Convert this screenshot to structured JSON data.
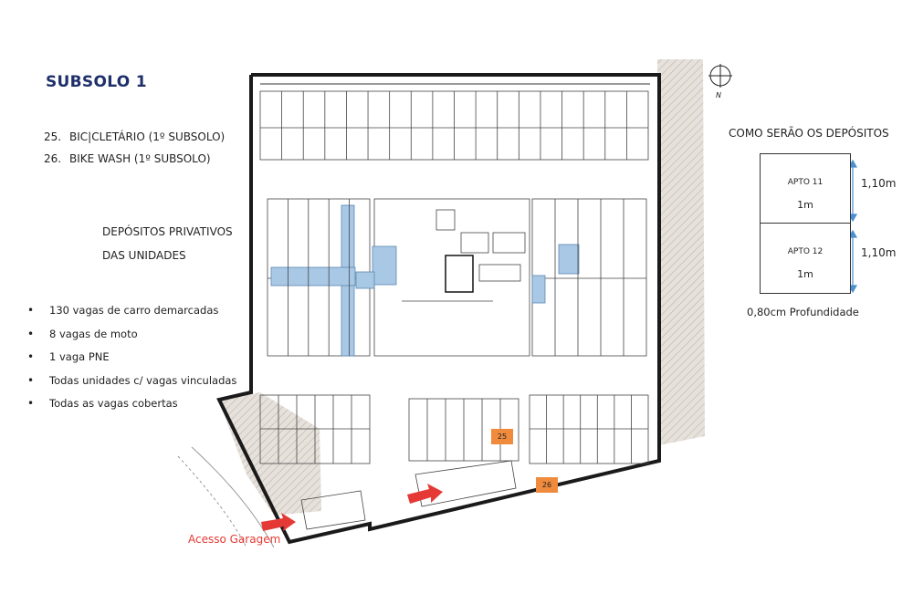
{
  "title": "SUBSOLO 1",
  "legend": [
    {
      "num": "25.",
      "text": "BIC|CLETÁRIO (1º SUBSOLO)"
    },
    {
      "num": "26.",
      "text": "BIKE WASH (1º SUBSOLO)"
    }
  ],
  "deposits_label": [
    "DEPÓSITOS PRIVATIVOS",
    "DAS UNIDADES"
  ],
  "bullets": [
    "130 vagas de carro demarcadas",
    "8 vagas de moto",
    "1 vaga PNE",
    "Todas unidades c/ vagas vinculadas",
    "Todas as vagas cobertas"
  ],
  "access_label": "Acesso Garagem",
  "compass_label": "N",
  "deposit_detail": {
    "title": "COMO SERÃO OS DEPÓSITOS",
    "boxes": [
      {
        "apt": "APTO 11",
        "width": "1m",
        "height": "1,10m"
      },
      {
        "apt": "APTO 12",
        "width": "1m",
        "height": "1,10m"
      }
    ],
    "depth": "0,80cm Profundidade"
  },
  "tags": [
    "25",
    "26"
  ],
  "colors": {
    "title": "#1f2f6b",
    "deposit_highlight": "#a9c8e6",
    "tag": "#f08a3c",
    "access_arrow": "#e53935",
    "hatch": "#bdb5ad"
  }
}
